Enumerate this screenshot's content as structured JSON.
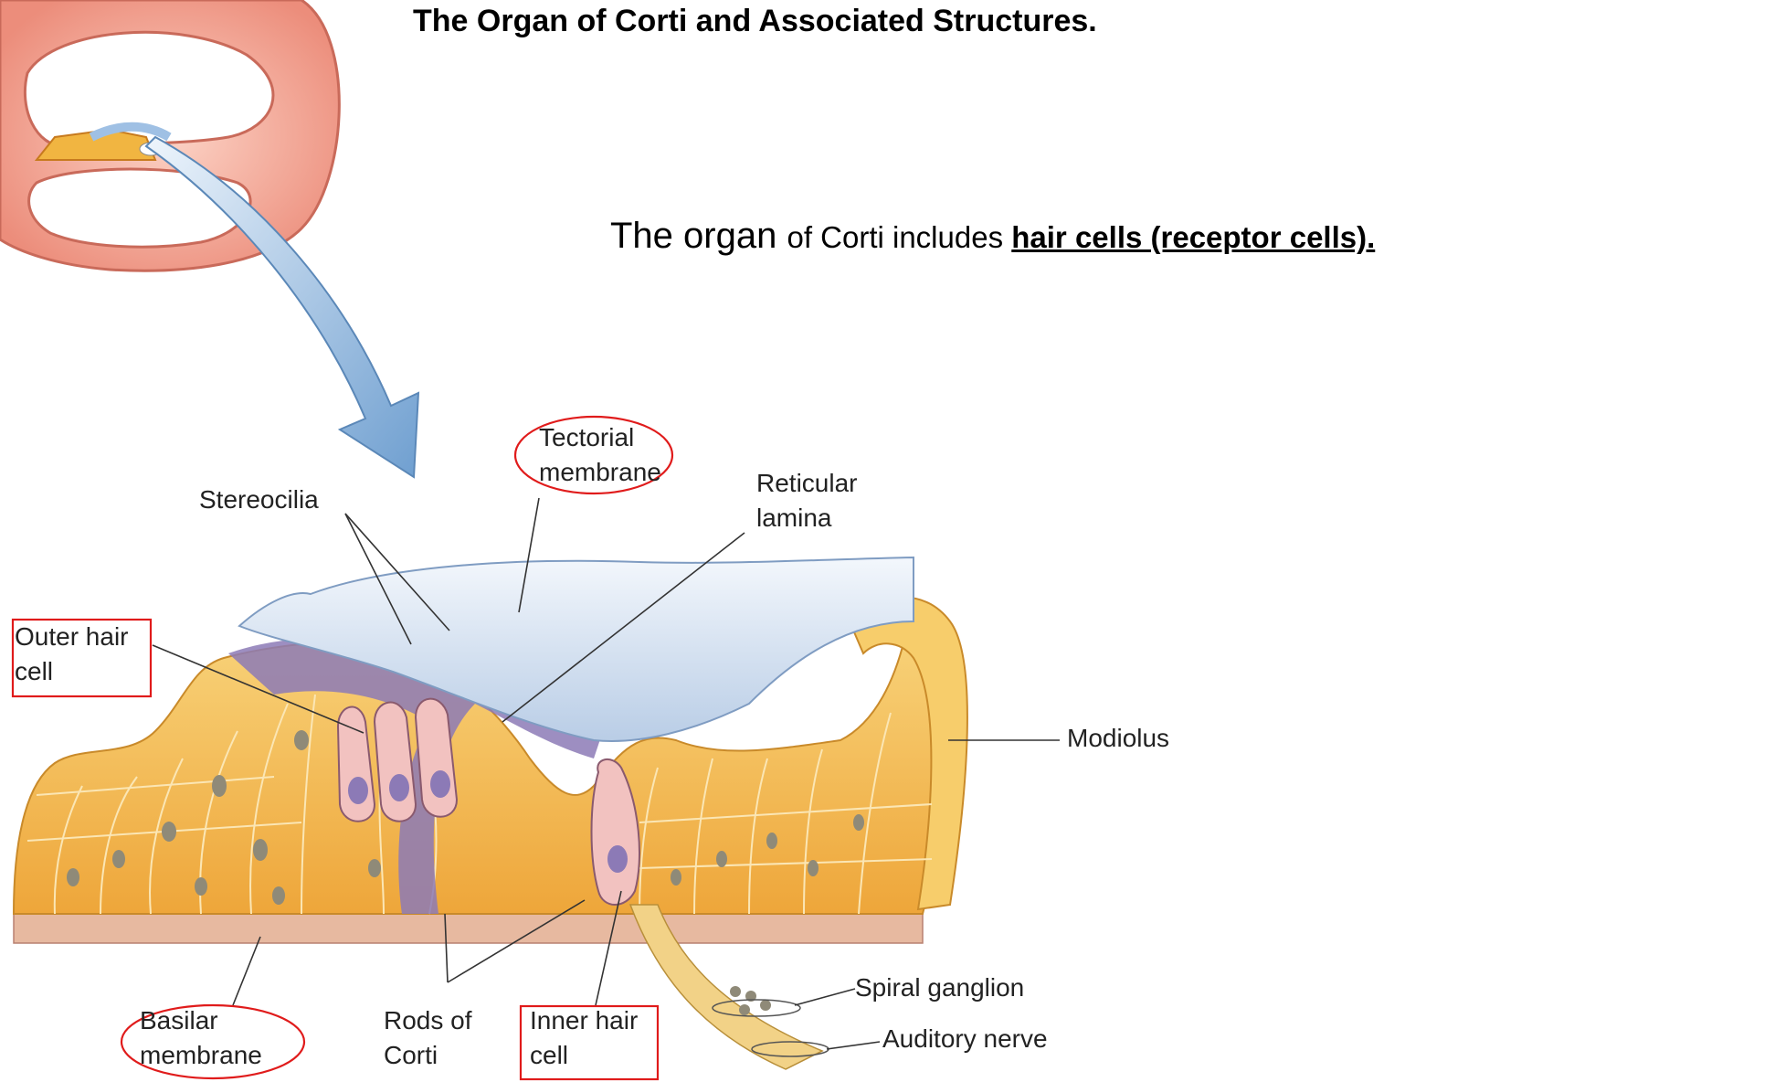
{
  "title": "The Organ of Corti and Associated Structures.",
  "subtitle": {
    "part1": "The organ ",
    "part2": "of Corti includes ",
    "emphasis": "hair cells (receptor cells)."
  },
  "labels": {
    "stereocilia": "Stereocilia",
    "tectorial_1": "Tectorial",
    "tectorial_2": "membrane",
    "reticular_1": "Reticular",
    "reticular_2": "lamina",
    "outer_hair_1": "Outer hair",
    "outer_hair_2": "cell",
    "modiolus": "Modiolus",
    "basilar_1": "Basilar",
    "basilar_2": "membrane",
    "rods_1": "Rods of",
    "rods_2": "Corti",
    "inner_hair_1": "Inner hair",
    "inner_hair_2": "cell",
    "spiral_ganglion": "Spiral ganglion",
    "auditory_nerve": "Auditory nerve"
  },
  "colors": {
    "highlight": "#e01b1b",
    "cochlea": "#ef9d8f",
    "tissue": "#f5c454",
    "hair_cell": "#f2c2c0",
    "arrow": "#8fb6dc"
  }
}
